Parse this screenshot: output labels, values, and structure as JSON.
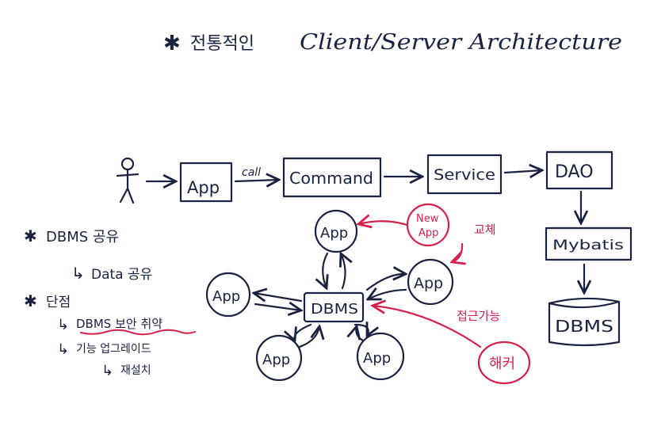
{
  "colors": {
    "ink": "#1b2140",
    "red": "#d61f4b"
  },
  "title": {
    "asterisk": "✱",
    "korean": "전통적인",
    "english": "Client/Server Architecture"
  },
  "flow": {
    "user_icon": "stick-figure-icon",
    "app": "App",
    "call": "call",
    "command": "Command",
    "service": "Service",
    "dao": "DAO",
    "mybatis": "Mybatis",
    "dbms": "DBMS"
  },
  "network": {
    "center": "DBMS",
    "app_top": "App",
    "app_left": "App",
    "app_right": "App",
    "app_bottom_left": "App",
    "app_bottom_right": "App",
    "new_app_line1": "New",
    "new_app_line2": "App",
    "replace": "교체",
    "accessible": "접근가능",
    "hacker": "해커"
  },
  "notes": {
    "star": "✱",
    "dbms_share": "DBMS 공유",
    "data_share": "Data 공유",
    "disadvantage": "단점",
    "arrow": "↳",
    "security_weak": "DBMS 보안 취약",
    "feature_upgrade": "기능 업그레이드",
    "reinstall": "재설치"
  }
}
